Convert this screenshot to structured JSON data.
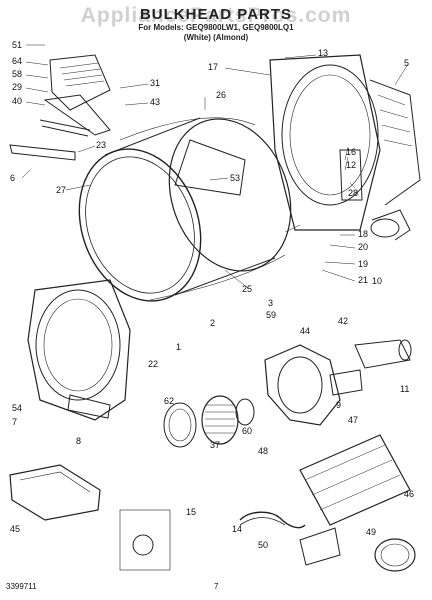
{
  "watermark": "AppliancePartsPros.com",
  "title": "BULKHEAD PARTS",
  "model_line": "For Models: GEQ9800LW1, GEQ9800LQ1",
  "color_line": "(White)      (Almond)",
  "footer_left": "3399711",
  "footer_page": "7",
  "callouts": [
    "51",
    "64",
    "58",
    "29",
    "40",
    "31",
    "43",
    "26",
    "13",
    "17",
    "5",
    "23",
    "6",
    "27",
    "53",
    "16",
    "12",
    "28",
    "18",
    "20",
    "19",
    "21",
    "25",
    "3",
    "10",
    "11",
    "59",
    "44",
    "42",
    "7",
    "2",
    "54",
    "8",
    "9",
    "62",
    "37",
    "60",
    "47",
    "48",
    "46",
    "14",
    "15",
    "49",
    "45",
    "50",
    "22",
    "1"
  ]
}
